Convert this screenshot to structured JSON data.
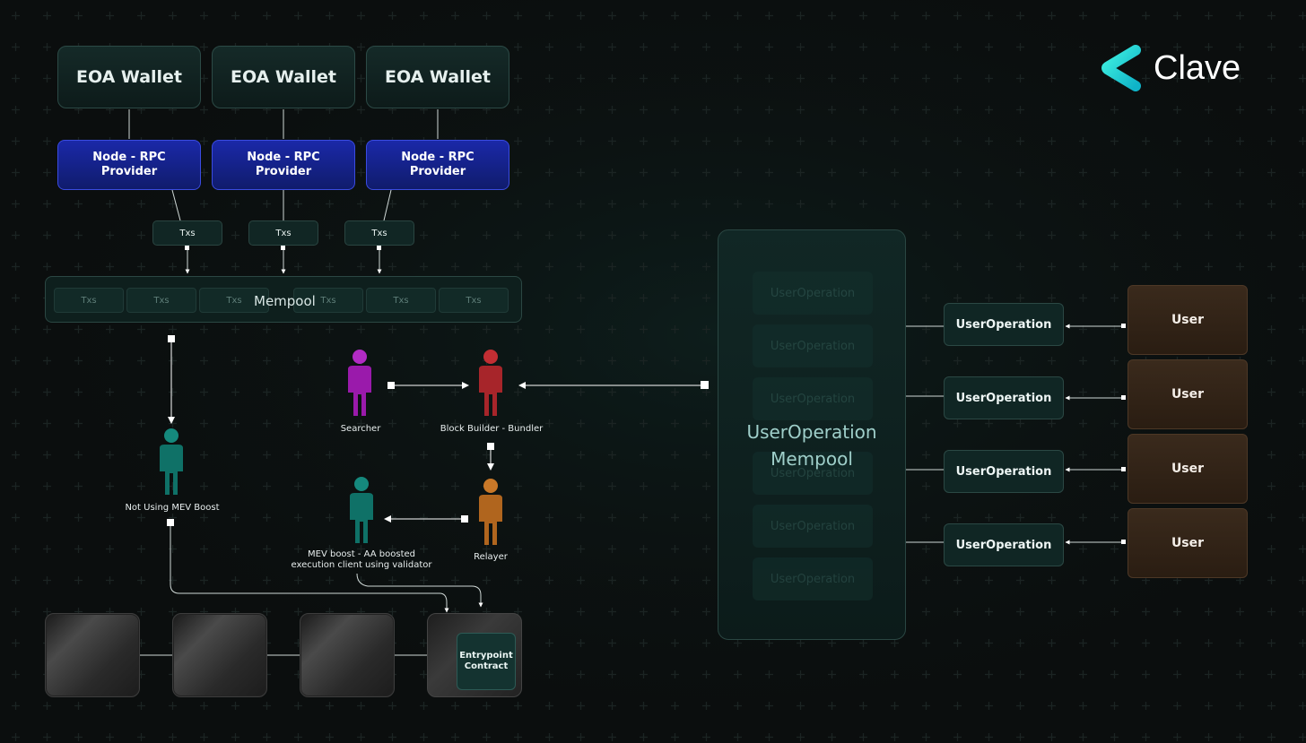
{
  "brand": {
    "name": "Clave",
    "logo_icon": "clave-chevron-logo",
    "accent": "#1fd6c8"
  },
  "eoa_wallets": [
    "EOA Wallet",
    "EOA Wallet",
    "EOA Wallet"
  ],
  "node_providers": [
    "Node - RPC\nProvider",
    "Node - RPC\nProvider",
    "Node - RPC\nProvider"
  ],
  "tx_boxes": [
    "Txs",
    "Txs",
    "Txs"
  ],
  "mempool": {
    "label": "Mempool",
    "items": [
      "Txs",
      "Txs",
      "Txs",
      "Txs",
      "Txs",
      "Txs"
    ]
  },
  "actors": {
    "searcher": {
      "label": "Searcher",
      "color": "#a01db0"
    },
    "builder": {
      "label": "Block Builder - Bundler",
      "color": "#b0282c"
    },
    "relayer": {
      "label": "Relayer",
      "color": "#b86a22"
    },
    "mev_boost": {
      "label": "MEV boost - AA boosted\nexecution client using validator",
      "color": "#127a70"
    },
    "not_mev": {
      "label": "Not Using MEV Boost",
      "color": "#127a70"
    }
  },
  "chain": {
    "entrypoint_label": "Entrypoint\nContract"
  },
  "userop_mempool": {
    "title": "UserOperation\nMempool",
    "faded_items": [
      "UserOperation",
      "UserOperation",
      "UserOperation",
      "UserOperation",
      "UserOperation",
      "UserOperation"
    ]
  },
  "userops": [
    "UserOperation",
    "UserOperation",
    "UserOperation",
    "UserOperation"
  ],
  "users": [
    "User",
    "User",
    "User",
    "User"
  ]
}
